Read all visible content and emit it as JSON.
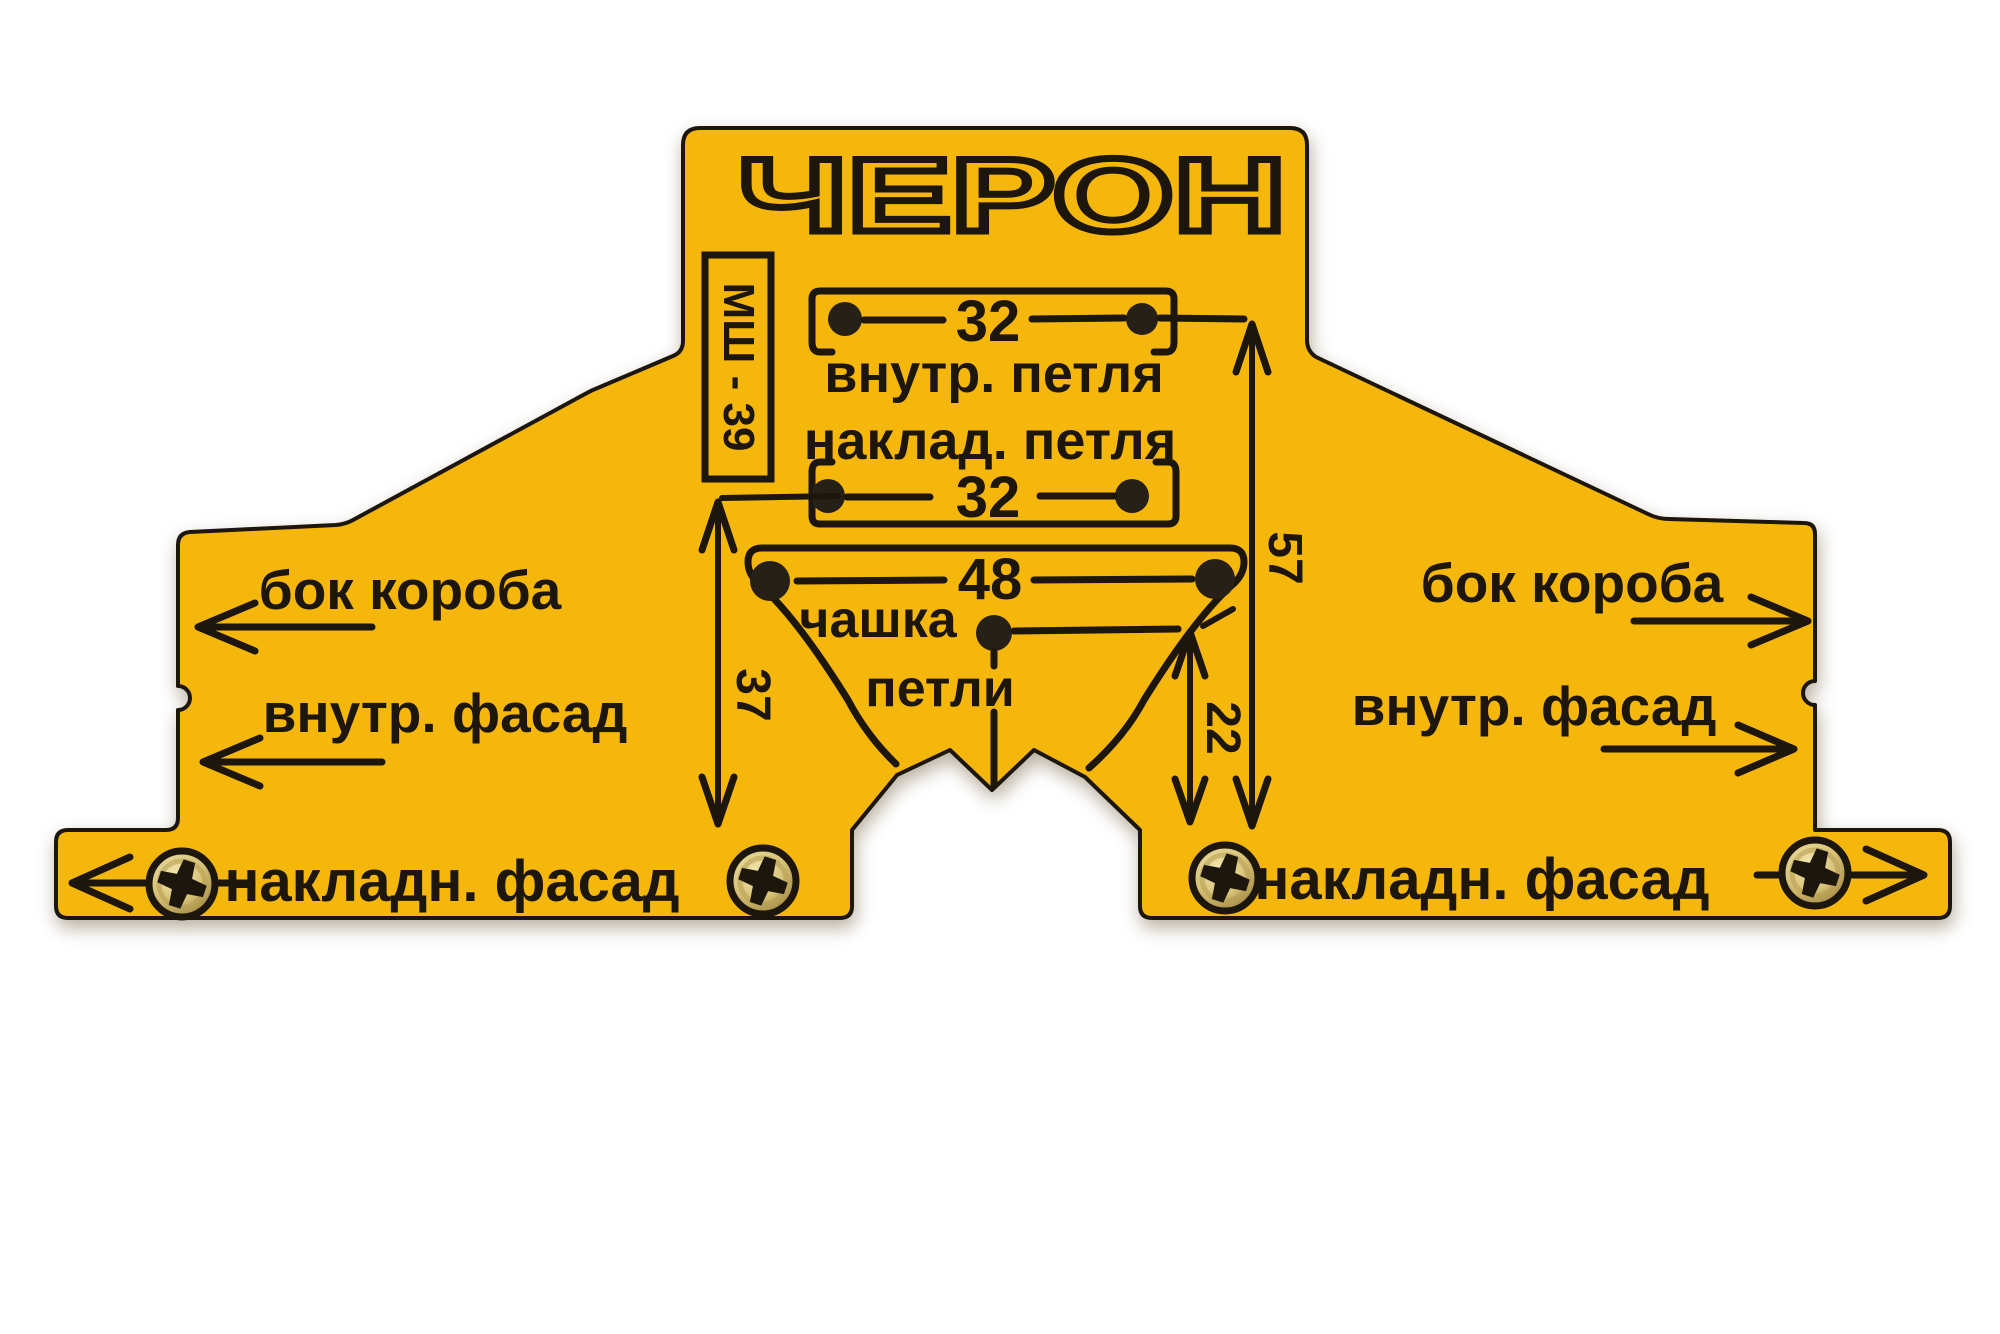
{
  "colors": {
    "plate_yellow": "#F6B70D",
    "print_black": "#1C160C",
    "background_white": "#FFFFFF",
    "screw_brass": "#D8C379"
  },
  "logo": {
    "brand": "ЧЕРОН",
    "model": "МШ - 39"
  },
  "top_scale": {
    "inner_hinge": {
      "value": "32",
      "label": "внутр. петля"
    },
    "overlay_hinge": {
      "label": "наклад. петля",
      "value": "32"
    },
    "cup": {
      "value": "48",
      "label_line1": "чашка",
      "label_line2": "петли"
    }
  },
  "dimensions": {
    "right_height": "57",
    "left_height": "37",
    "center_height": "22"
  },
  "left_wing": {
    "row1": "бок короба",
    "row2": "внутр. фасад"
  },
  "right_wing": {
    "row1": "бок короба",
    "row2": "внутр. фасад"
  },
  "bottom_left_strip": {
    "label": "накладн. фасад"
  },
  "bottom_right_strip": {
    "label": "накладн. фасад"
  }
}
